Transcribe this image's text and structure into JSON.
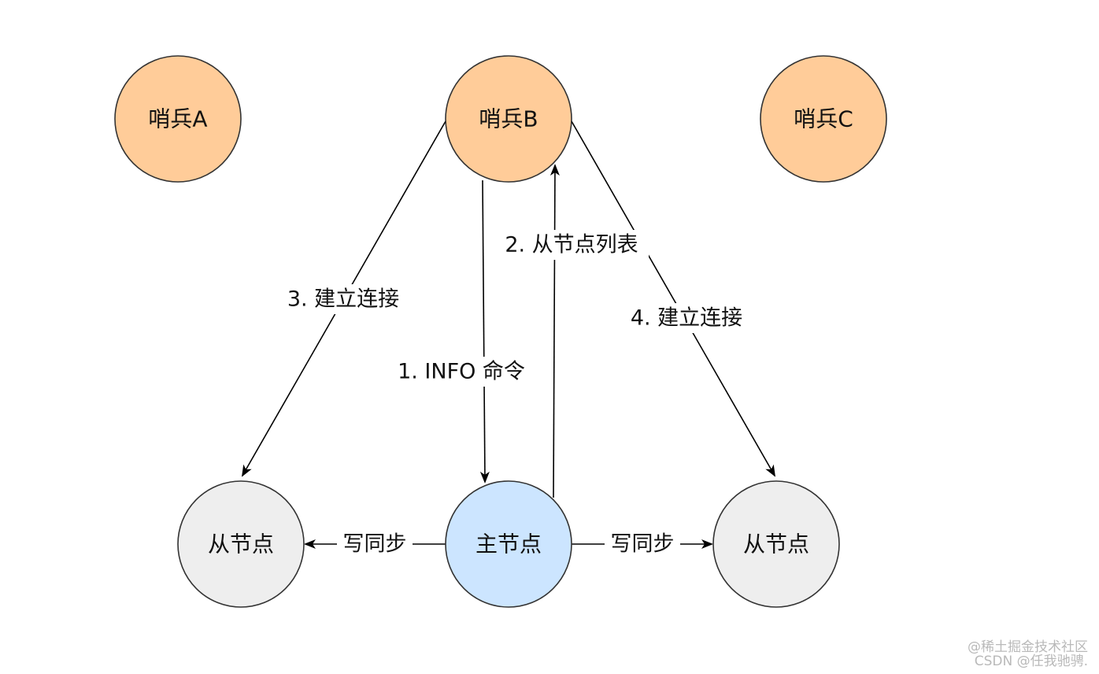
{
  "colors": {
    "sentinel_fill": "#ffcc99",
    "master_fill": "#cce5ff",
    "replica_fill": "#eeeeee",
    "stroke": "#333333",
    "edge": "#000000"
  },
  "nodes": {
    "sentinel_a": "哨兵A",
    "sentinel_b": "哨兵B",
    "sentinel_c": "哨兵C",
    "master": "主节点",
    "replica_left": "从节点",
    "replica_right": "从节点"
  },
  "edges": {
    "info_command": "1. INFO 命令",
    "replica_list": "2. 从节点列表",
    "connect_left": "3. 建立连接",
    "connect_right": "4. 建立连接",
    "sync_left": "写同步",
    "sync_right": "写同步"
  },
  "watermark": {
    "line1": "@稀土掘金技术社区",
    "line2": "CSDN @任我驰骋."
  }
}
